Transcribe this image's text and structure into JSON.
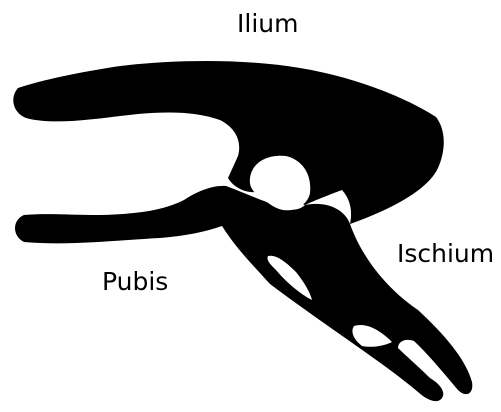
{
  "labels": {
    "ilium": "Ilium",
    "ischium": "Ischium",
    "pubis": "Pubis"
  },
  "colors": {
    "bone": "#000000",
    "background": "#ffffff",
    "text": "#000000"
  }
}
